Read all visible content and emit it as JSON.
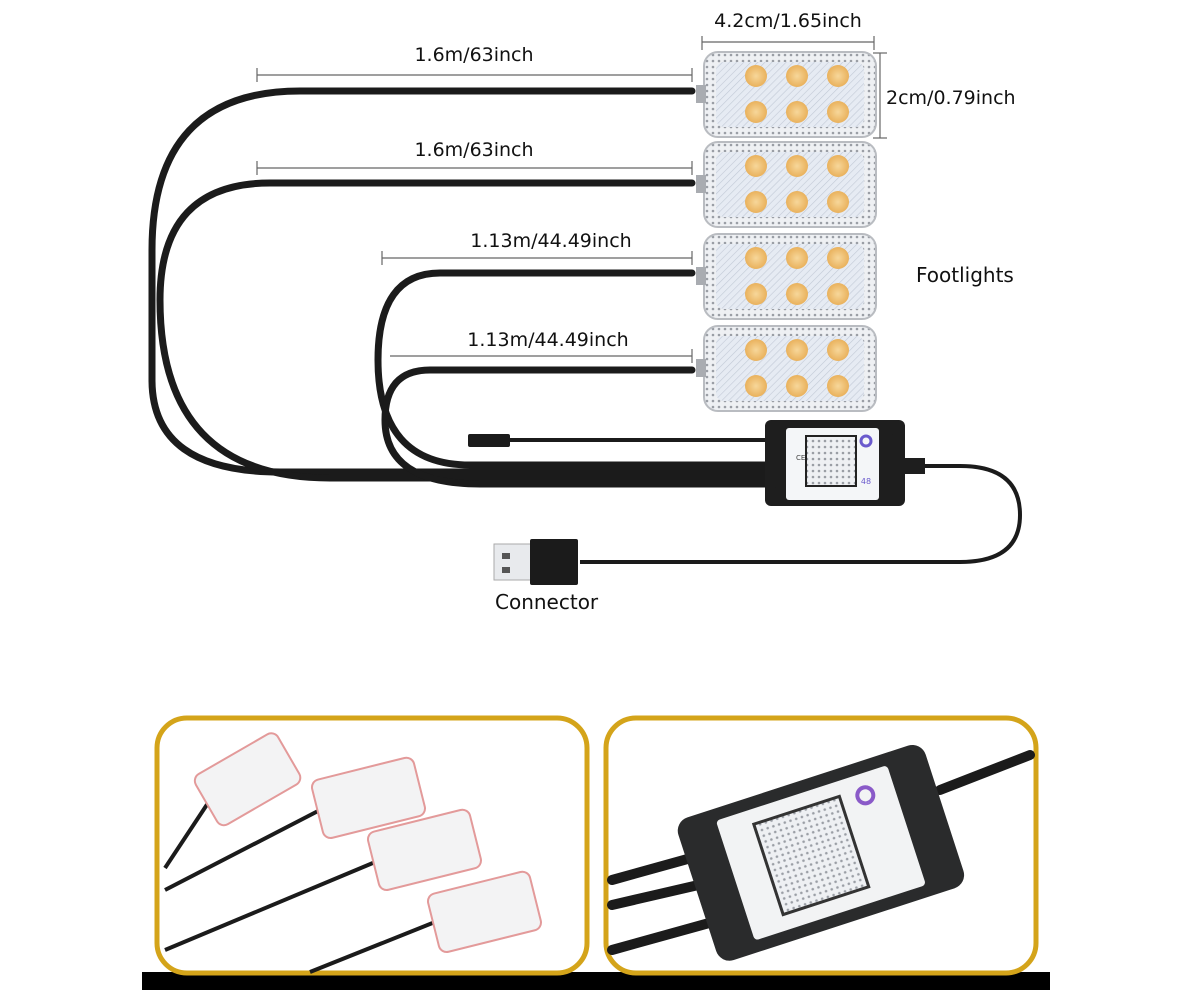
{
  "dimensions": {
    "light_width": "4.2cm/1.65inch",
    "light_height": "2cm/0.79inch",
    "cables": [
      {
        "label": "1.6m/63inch"
      },
      {
        "label": "1.6m/63inch"
      },
      {
        "label": "1.13m/44.49inch"
      },
      {
        "label": "1.13m/44.49inch"
      }
    ]
  },
  "labels": {
    "footlights": "Footlights",
    "connector": "Connector"
  },
  "controller": {
    "badge": "48",
    "ce_mark": "CE"
  },
  "colors": {
    "panel_border": "#d4a41a",
    "cable": "#1b1b1b",
    "led": "#f1c27a",
    "bottom_bar": "#000000"
  },
  "photos": [
    {
      "name": "footlights-photo"
    },
    {
      "name": "controller-photo"
    }
  ]
}
